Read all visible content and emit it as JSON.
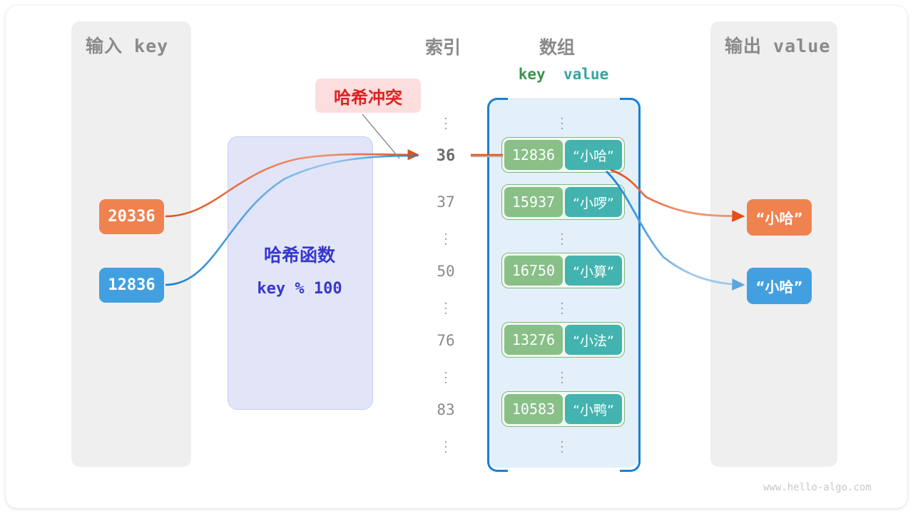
{
  "panels": {
    "input_title": "输入 key",
    "output_title": "输出 value"
  },
  "headings": {
    "index": "索引",
    "array": "数组",
    "key": "key",
    "value": "value"
  },
  "hash_function": {
    "title": "哈希函数",
    "expression": "key % 100"
  },
  "collision_badge": "哈希冲突",
  "input_keys": [
    {
      "value": "20336",
      "color": "#f08250"
    },
    {
      "value": "12836",
      "color": "#42a0e0"
    }
  ],
  "output_values": [
    {
      "value": "“小哈”",
      "color": "#f08250"
    },
    {
      "value": "“小哈”",
      "color": "#42a0e0"
    }
  ],
  "rows": [
    {
      "type": "ellipsis",
      "index": "⋮"
    },
    {
      "type": "entry",
      "index": "36",
      "key": "12836",
      "value": "“小哈”",
      "highlight": true
    },
    {
      "type": "entry",
      "index": "37",
      "key": "15937",
      "value": "“小啰”",
      "highlight": false
    },
    {
      "type": "ellipsis",
      "index": "⋮"
    },
    {
      "type": "entry",
      "index": "50",
      "key": "16750",
      "value": "“小算”",
      "highlight": false
    },
    {
      "type": "ellipsis",
      "index": "⋮"
    },
    {
      "type": "entry",
      "index": "76",
      "key": "13276",
      "value": "“小法”",
      "highlight": false
    },
    {
      "type": "ellipsis",
      "index": "⋮"
    },
    {
      "type": "entry",
      "index": "83",
      "key": "10583",
      "value": "“小鸭”",
      "highlight": false
    },
    {
      "type": "ellipsis",
      "index": "⋮"
    }
  ],
  "row_indices": {
    "r0": "⋮",
    "r1": "36",
    "r2": "37",
    "r3": "⋮",
    "r4": "50",
    "r5": "⋮",
    "r6": "76",
    "r7": "⋮",
    "r8": "83",
    "r9": "⋮"
  },
  "entries": {
    "e1": {
      "key": "12836",
      "value": "“小哈”"
    },
    "e2": {
      "key": "15937",
      "value": "“小啰”"
    },
    "e4": {
      "key": "16750",
      "value": "“小算”"
    },
    "e6": {
      "key": "13276",
      "value": "“小法”"
    },
    "e8": {
      "key": "10583",
      "value": "“小鸭”"
    }
  },
  "colors": {
    "orange": "#f08250",
    "blue": "#42a0e0",
    "array_border": "#1a7fd4",
    "array_fill": "#e3f0fa",
    "key_green": "#88c088",
    "value_teal": "#43b3b0",
    "hash_violet": "#3737cc",
    "collision_red": "#e02020",
    "panel_gray": "#efefef"
  },
  "watermark": "www.hello-algo.com"
}
